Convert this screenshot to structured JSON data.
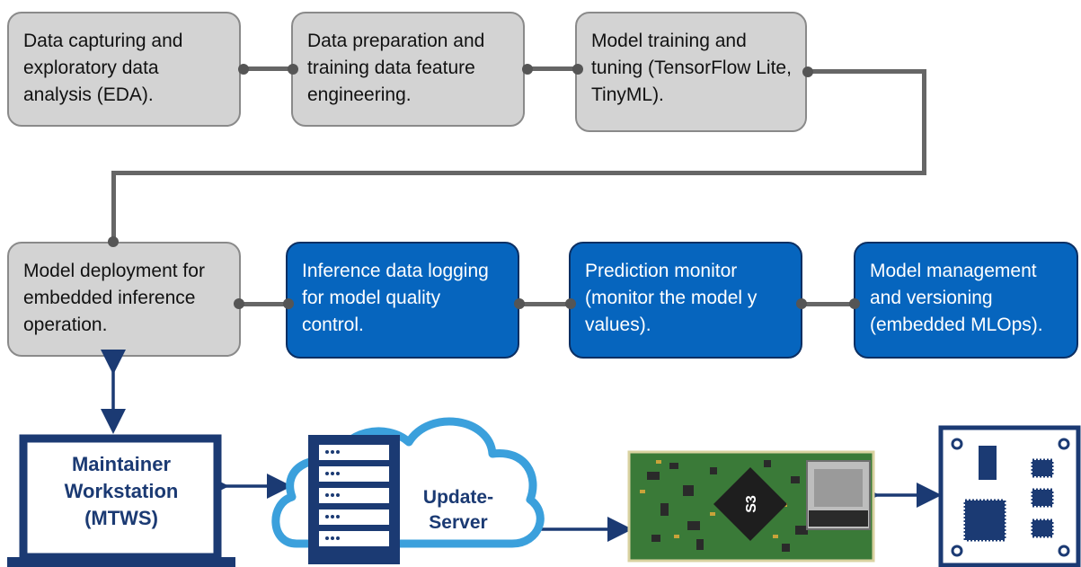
{
  "steps": {
    "s1": "Data capturing and exploratory data analysis (EDA).",
    "s2": "Data preparation and training data feature engineering.",
    "s3": "Model training and tuning (TensorFlow Lite, TinyML).",
    "s4": "Model deployment for embedded inference operation.",
    "s5": "Inference data logging for model quality control.",
    "s6": "Prediction monitor (monitor the model y values).",
    "s7": "Model management and versioning (embedded MLOps)."
  },
  "devices": {
    "workstation": "Maintainer Workstation (MTWS)",
    "server": "Update-Server",
    "chip_label": "S3"
  },
  "colors": {
    "grey_box": "#d3d3d3",
    "blue_box": "#0665be",
    "navy": "#1b3a73",
    "cloud": "#3ba0dc",
    "pcb": "#3a7a38"
  }
}
